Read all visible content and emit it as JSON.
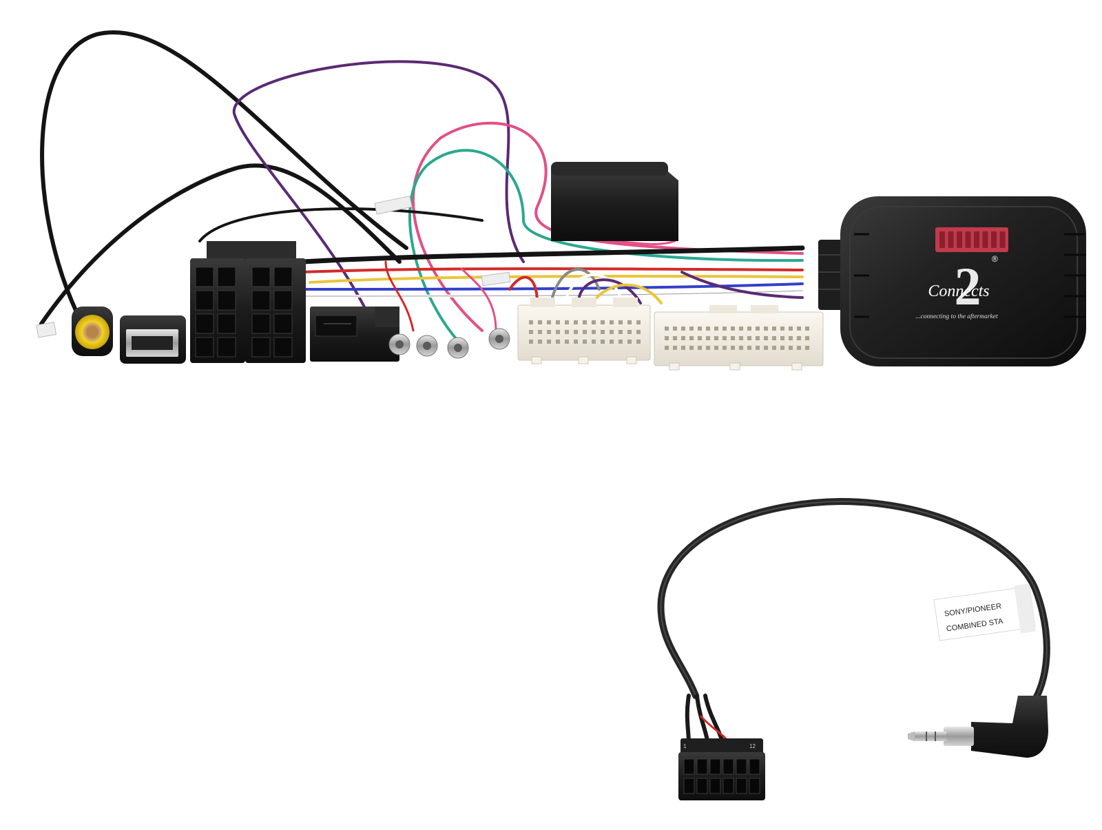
{
  "colors": {
    "background": "#ffffff",
    "plastic_black": "#1c1c1c",
    "plastic_white": "#f1ece2",
    "dip_switch": "#c23a4b",
    "rca_yellow": "#e2c01a",
    "wire_purple": "#5b2a73",
    "wire_pink": "#e24f86",
    "wire_green": "#2aa88e",
    "wire_red": "#d22a2a",
    "wire_yellow": "#e9c53c",
    "wire_blue": "#3340c9"
  },
  "module": {
    "logo_number": "2",
    "logo_word": "Connects",
    "logo_registered": "®",
    "tagline": "...connecting to the aftermarket"
  },
  "cable_label": {
    "line1": "SONY/PIONEER",
    "line2": "COMBINED STA"
  },
  "connector_pin_marks": {
    "small": "1",
    "large": "12"
  },
  "icons": [
    "rca-plug-icon",
    "usb-plug-icon",
    "iso-connector-icon",
    "quadlock-connector-icon",
    "ring-terminal-icon",
    "multipin-connector-icon",
    "interface-module-icon",
    "dip-switch-icon",
    "jack-plug-icon",
    "molex-connector-icon"
  ]
}
